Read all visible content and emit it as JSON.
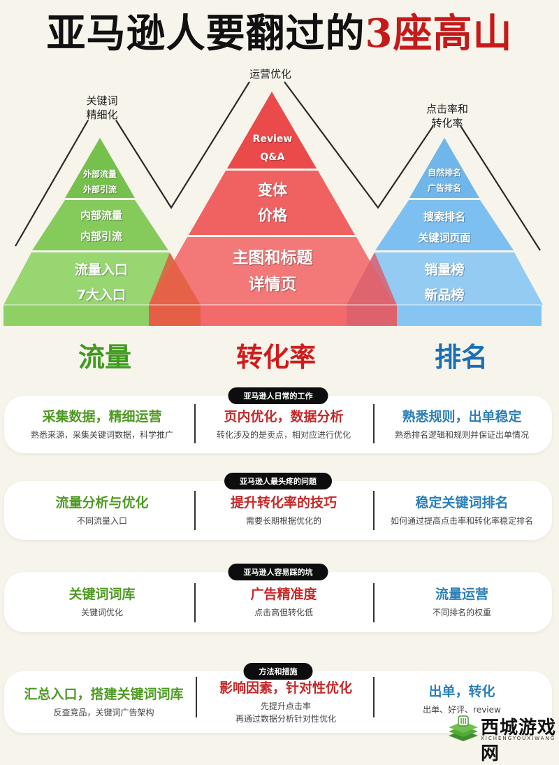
{
  "title": {
    "main": "亚马逊人要翻过的",
    "accent": "3座高山"
  },
  "peaks": {
    "left": "关键词\n精细化",
    "middle": "运营优化",
    "right": "点击率和\n转化率"
  },
  "pyramids": {
    "traffic": {
      "label": "流量",
      "color": "#7cc656",
      "label_color": "#3f9a1f",
      "tiers": [
        {
          "line1": "外部流量",
          "line2": "外部引流"
        },
        {
          "line1": "内部流量",
          "line2": "内部引流"
        },
        {
          "line1": "流量入口",
          "line2": "7大入口"
        }
      ]
    },
    "conversion": {
      "label": "转化率",
      "color": "#f06060",
      "label_color": "#d01c1c",
      "tiers": [
        {
          "line1": "Review",
          "line2": "Q&A"
        },
        {
          "line1": "变体",
          "line2": "价格"
        },
        {
          "line1": "主图和标题",
          "line2": "详情页"
        }
      ]
    },
    "ranking": {
      "label": "排名",
      "color": "#78bdf0",
      "label_color": "#1a6fb5",
      "tiers": [
        {
          "line1": "自然排名",
          "line2": "广告排名"
        },
        {
          "line1": "搜索排名",
          "line2": "关键词页面"
        },
        {
          "line1": "销量榜",
          "line2": "新品榜"
        }
      ]
    }
  },
  "cards": [
    {
      "badge": "亚马逊人日常的工作",
      "columns": [
        {
          "heading": "采集数据，精细运营",
          "sub": "熟悉来源，采集关键词数据，科学推广"
        },
        {
          "heading": "页内优化，数据分析",
          "sub": "转化涉及的是卖点，相对应进行优化"
        },
        {
          "heading": "熟悉规则，出单稳定",
          "sub": "熟悉排名逻辑和规则并保证出单情况"
        }
      ]
    },
    {
      "badge": "亚马逊人最头疼的问题",
      "columns": [
        {
          "heading": "流量分析与优化",
          "sub": "不同流量入口"
        },
        {
          "heading": "提升转化率的技巧",
          "sub": "需要长期根据优化的"
        },
        {
          "heading": "稳定关键词排名",
          "sub": "如何通过提高点击率和转化率稳定排名"
        }
      ]
    },
    {
      "badge": "亚马逊人容易踩的坑",
      "columns": [
        {
          "heading": "关键词词库",
          "sub": "关键词优化"
        },
        {
          "heading": "广告精准度",
          "sub": "点击高但转化低"
        },
        {
          "heading": "流量运营",
          "sub": "不同排名的权重"
        }
      ]
    },
    {
      "badge": "方法和措施",
      "columns": [
        {
          "heading": "汇总入口，搭建关键词词库",
          "sub": "反查竞品，关键词广告架构"
        },
        {
          "heading": "影响因素，针对性优化",
          "sub": "先提升点击率\n再通过数据分析针对性优化"
        },
        {
          "heading": "出单，转化",
          "sub": "出单、好评、review"
        }
      ]
    }
  ],
  "column_colors": [
    "#4e9a22",
    "#c62828",
    "#2a7fb8"
  ],
  "watermark": {
    "text": "西城游戏网",
    "sub": "XICHENGYOUXIWANG"
  }
}
